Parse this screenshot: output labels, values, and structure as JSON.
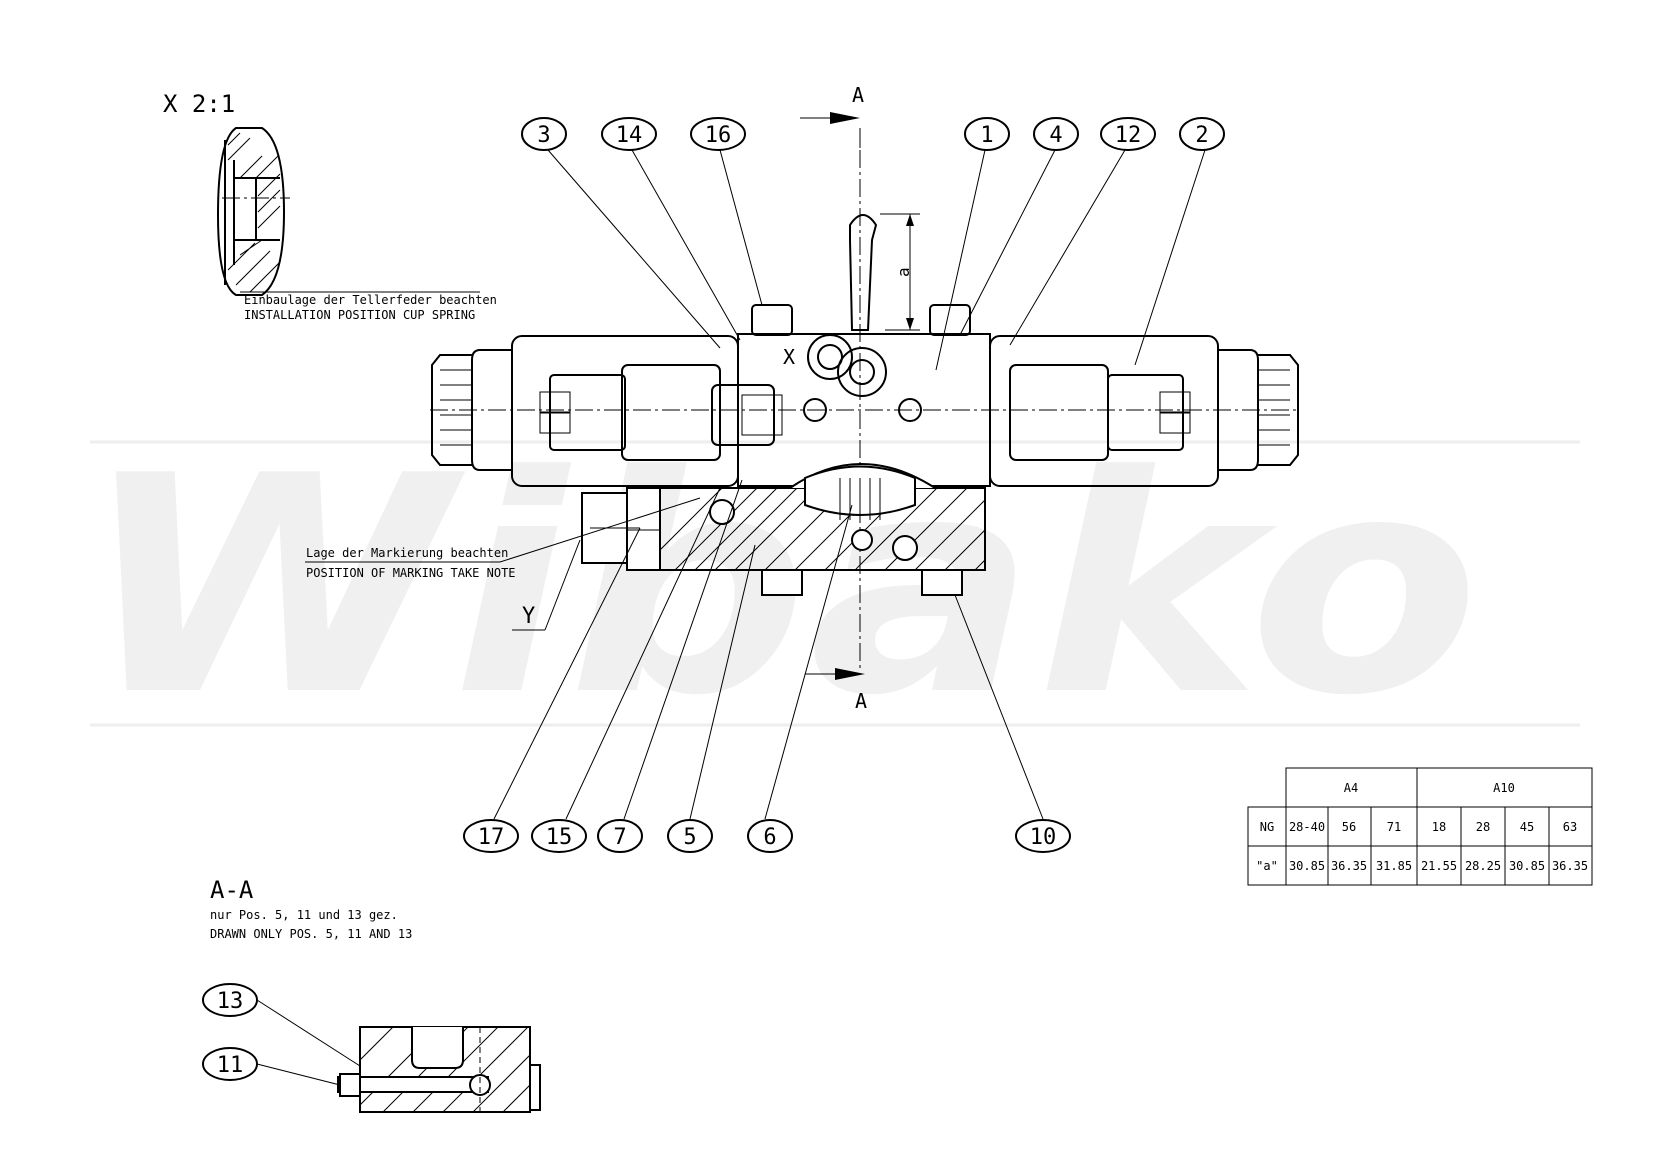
{
  "detail": {
    "title": "X 2:1"
  },
  "notes": {
    "cup_spring_de": "Einbaulage der Tellerfeder beachten",
    "cup_spring_en": "INSTALLATION POSITION CUP SPRING",
    "marking_de": "Lage der Markierung beachten",
    "marking_en": "POSITION OF MARKING TAKE NOTE"
  },
  "labels": {
    "x": "X",
    "y": "Y",
    "a": "a",
    "section_top": "A",
    "section_bottom": "A"
  },
  "section": {
    "title": "A-A",
    "note_de": "nur Pos. 5, 11 und 13 gez.",
    "note_en": "DRAWN ONLY POS. 5, 11 AND 13"
  },
  "balloons": [
    "3",
    "14",
    "16",
    "1",
    "4",
    "12",
    "2",
    "17",
    "15",
    "7",
    "5",
    "6",
    "10",
    "13",
    "11"
  ],
  "watermark": {
    "text": "Wibako"
  },
  "table": {
    "groups": [
      "A4",
      "A10"
    ],
    "rows": [
      {
        "label": "NG",
        "cells": [
          "28-40",
          "56",
          "71",
          "18",
          "28",
          "45",
          "63"
        ]
      },
      {
        "label": "\"a\"",
        "cells": [
          "30.85",
          "36.35",
          "31.85",
          "21.55",
          "28.25",
          "30.85",
          "36.35"
        ]
      }
    ]
  }
}
